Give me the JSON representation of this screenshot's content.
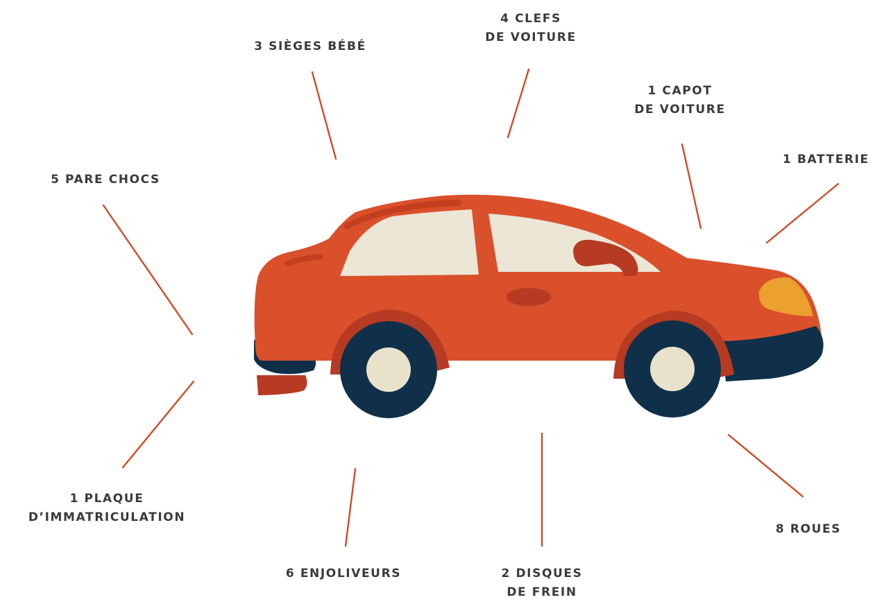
{
  "colors": {
    "body": "#d9502b",
    "window": "#ebe6d6",
    "wheel": "#10304a",
    "hub": "#e9e2ca",
    "arch": "#b63b22",
    "headlight": "#eba02f",
    "bumper": "#10304a",
    "plate": "#b63b22",
    "leader_line": "#cf4a26",
    "label_text": "#3a3a3a"
  },
  "labels": {
    "sieges_bebe": "3 SIÈGES BÉBÉ",
    "clefs_1": "4 CLEFS",
    "clefs_2": "DE VOITURE",
    "capot_1": "1 CAPOT",
    "capot_2": "DE VOITURE",
    "batterie": "1 BATTERIE",
    "pare_chocs": "5 PARE CHOCS",
    "plaque_1": "1 PLAQUE",
    "plaque_2": "D’IMMATRICULATION",
    "enjoliveurs": "6 ENJOLIVEURS",
    "disques_1": "2 DISQUES",
    "disques_2": "DE FREIN",
    "roues": "8 ROUES"
  }
}
